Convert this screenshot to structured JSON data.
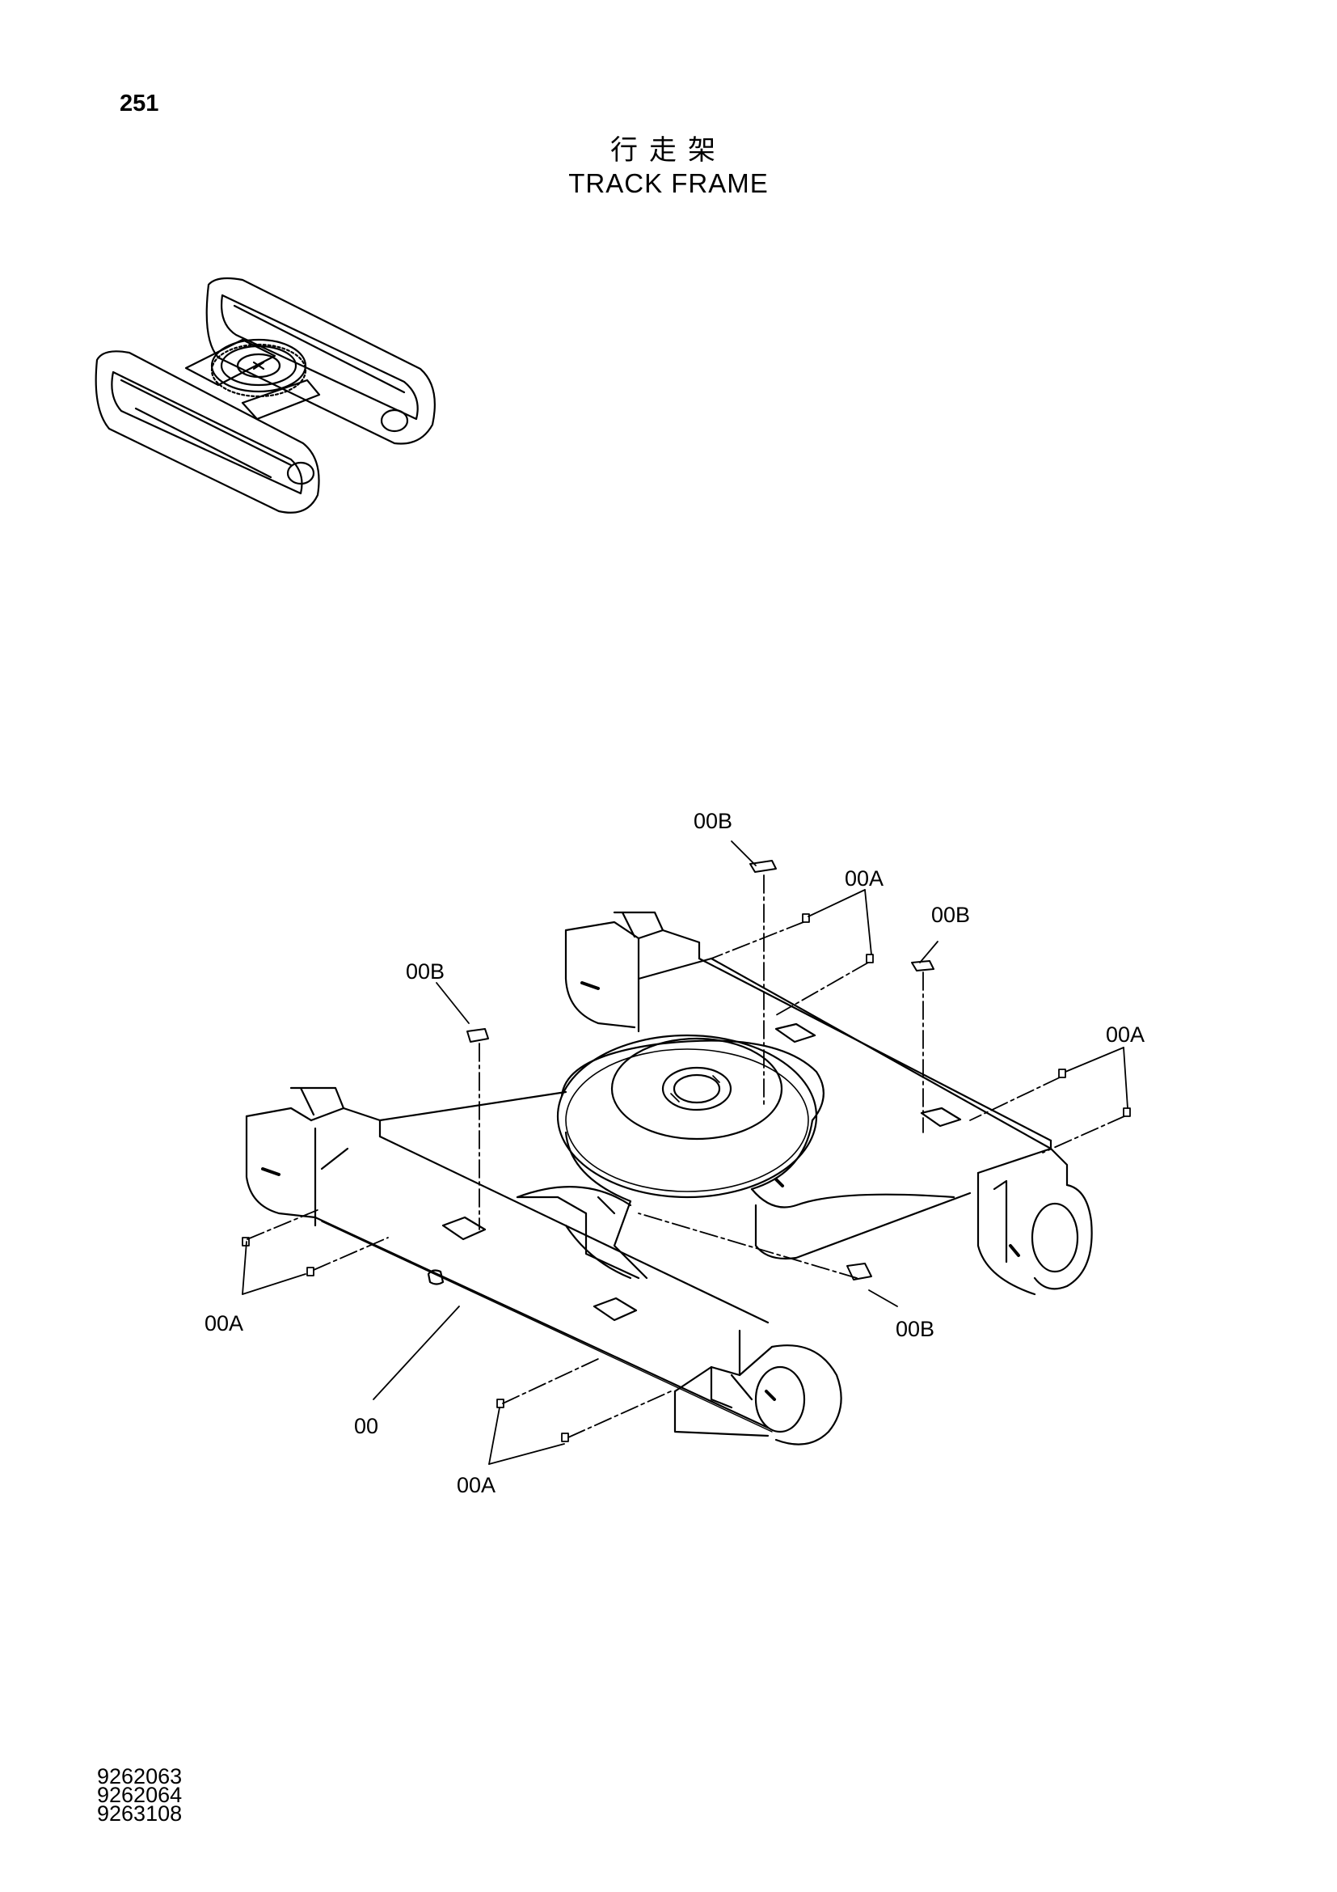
{
  "page_number": "251",
  "title_cn": "行走架",
  "title_en": "TRACK FRAME",
  "callouts": {
    "top_b": "00B",
    "top_a": "00A",
    "right_b": "00B",
    "left_b": "00B",
    "right_a": "00A",
    "left_a": "00A",
    "lower_b": "00B",
    "main": "00",
    "bottom_a": "00A"
  },
  "part_codes": [
    "9262063",
    "9262064",
    "9263108"
  ]
}
